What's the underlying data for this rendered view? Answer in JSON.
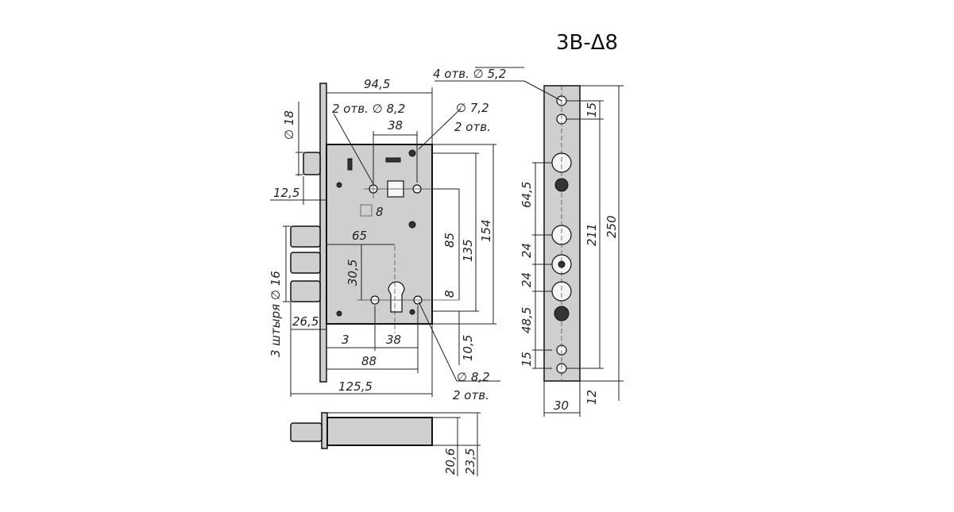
{
  "title": "3В-Δ8",
  "labels": {
    "holes_4_52": "4 отв. ∅ 5,2",
    "d945": "94,5",
    "holes_2_82_top": "2 отв. ∅ 8,2",
    "d72": "∅ 7,2",
    "holes_2_top": "2 отв.",
    "d38_top": "38",
    "d18": "∅ 18",
    "d125": "12,5",
    "d8_square": "8",
    "d65": "65",
    "d85": "85",
    "d135": "135",
    "d154": "154",
    "d305": "30,5",
    "d8_small": "8",
    "pins": "3 штыря ∅ 16",
    "d265": "26,5",
    "d3": "3",
    "d38_bottom": "38",
    "d105": "10,5",
    "d82_bottom": "∅ 8,2",
    "holes_2_bottom": "2 отв.",
    "d88": "88",
    "d1255": "125,5",
    "d206": "20,6",
    "d235": "23,5",
    "d15_top": "15",
    "d645": "64,5",
    "d24_a": "24",
    "d24_b": "24",
    "d485": "48,5",
    "d15_bottom": "15",
    "d211": "211",
    "d250": "250",
    "d30": "30",
    "d12": "12"
  }
}
